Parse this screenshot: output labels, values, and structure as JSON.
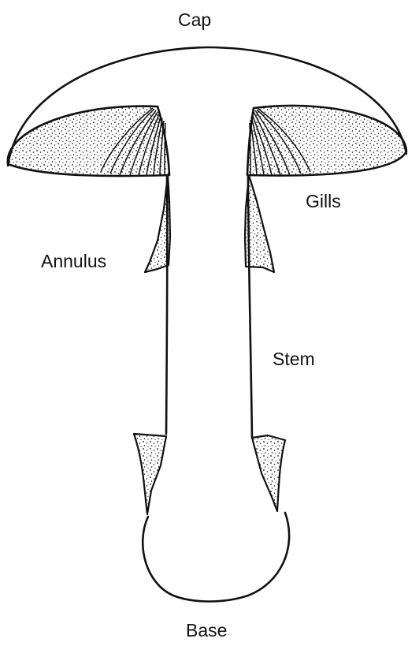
{
  "labels": {
    "cap": "Cap",
    "gills": "Gills",
    "annulus": "Annulus",
    "stem": "Stem",
    "base": "Base"
  },
  "colors": {
    "ink": "#111111",
    "background": "#ffffff"
  }
}
